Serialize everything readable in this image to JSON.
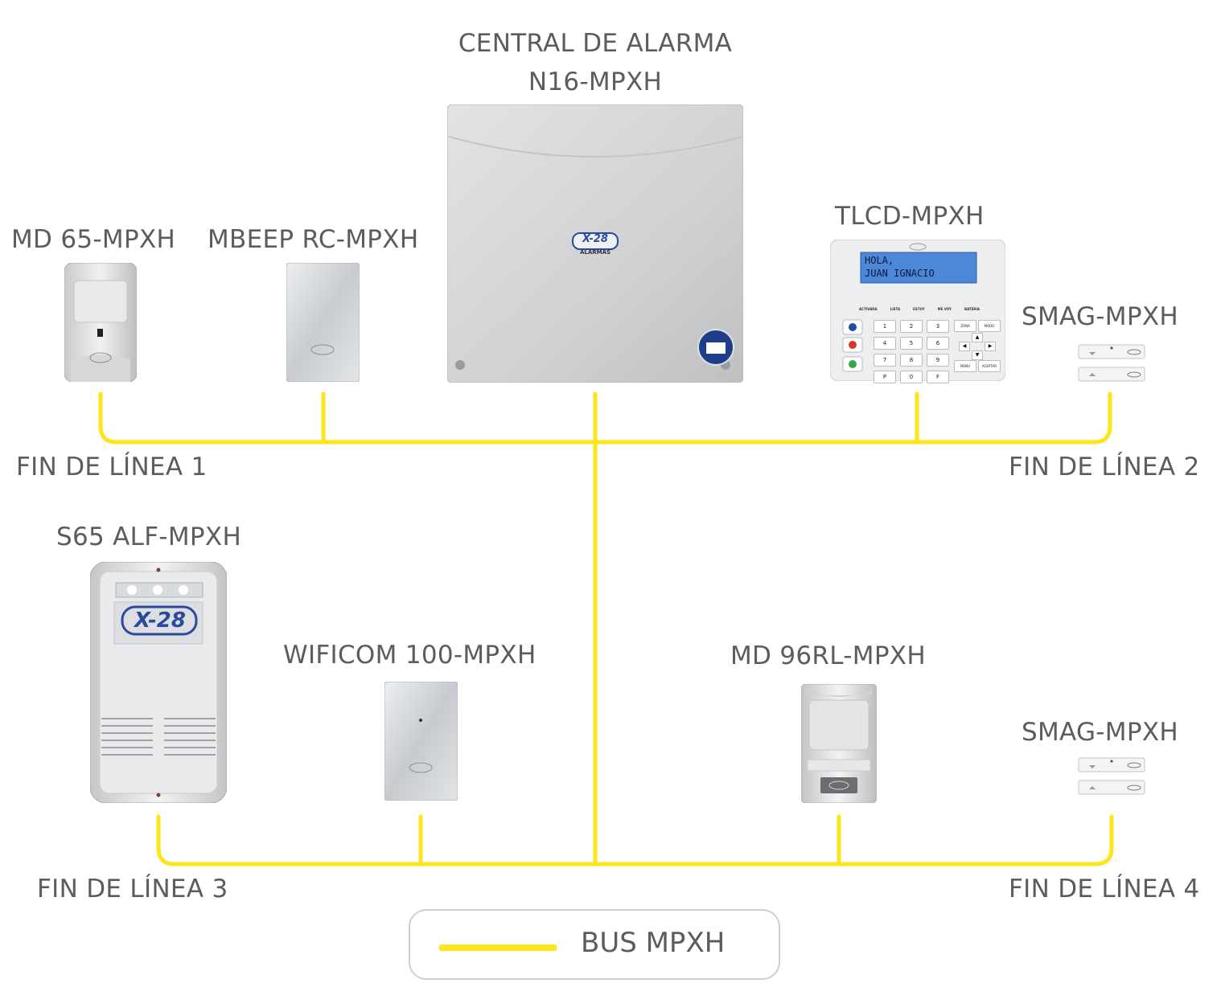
{
  "central": {
    "title_line1": "CENTRAL DE ALARMA",
    "title_line2": "N16-MPXH",
    "logo_text": "X-28",
    "logo_sub": "ALARMAS"
  },
  "devices": {
    "md65": "MD 65-MPXH",
    "mbeep": "MBEEP RC-MPXH",
    "tlcd": "TLCD-MPXH",
    "smag_top": "SMAG-MPXH",
    "s65": "S65 ALF-MPXH",
    "wificom": "WIFICOM 100-MPXH",
    "md96": "MD 96RL-MPXH",
    "smag_bottom": "SMAG-MPXH"
  },
  "keypad": {
    "screen_line1": "HOLA,",
    "screen_line2": "JUAN IGNACIO",
    "status": [
      "ACTIVADA",
      "LISTA",
      "ESTOY",
      "ME VOY",
      "BATERIA"
    ],
    "keys": [
      "1",
      "2",
      "3",
      "4",
      "5",
      "6",
      "7",
      "8",
      "9",
      "P",
      "0",
      "F"
    ],
    "side_keys": [
      "ZONA",
      "MODO",
      "MENU",
      "ACEPTAR"
    ]
  },
  "end_of_line": {
    "l1": "FIN DE LÍNEA 1",
    "l2": "FIN DE LÍNEA 2",
    "l3": "FIN DE LÍNEA 3",
    "l4": "FIN DE LÍNEA 4"
  },
  "legend": {
    "label": "BUS MPXH",
    "color": "#fbe61a"
  },
  "brand_logo": "X-28"
}
